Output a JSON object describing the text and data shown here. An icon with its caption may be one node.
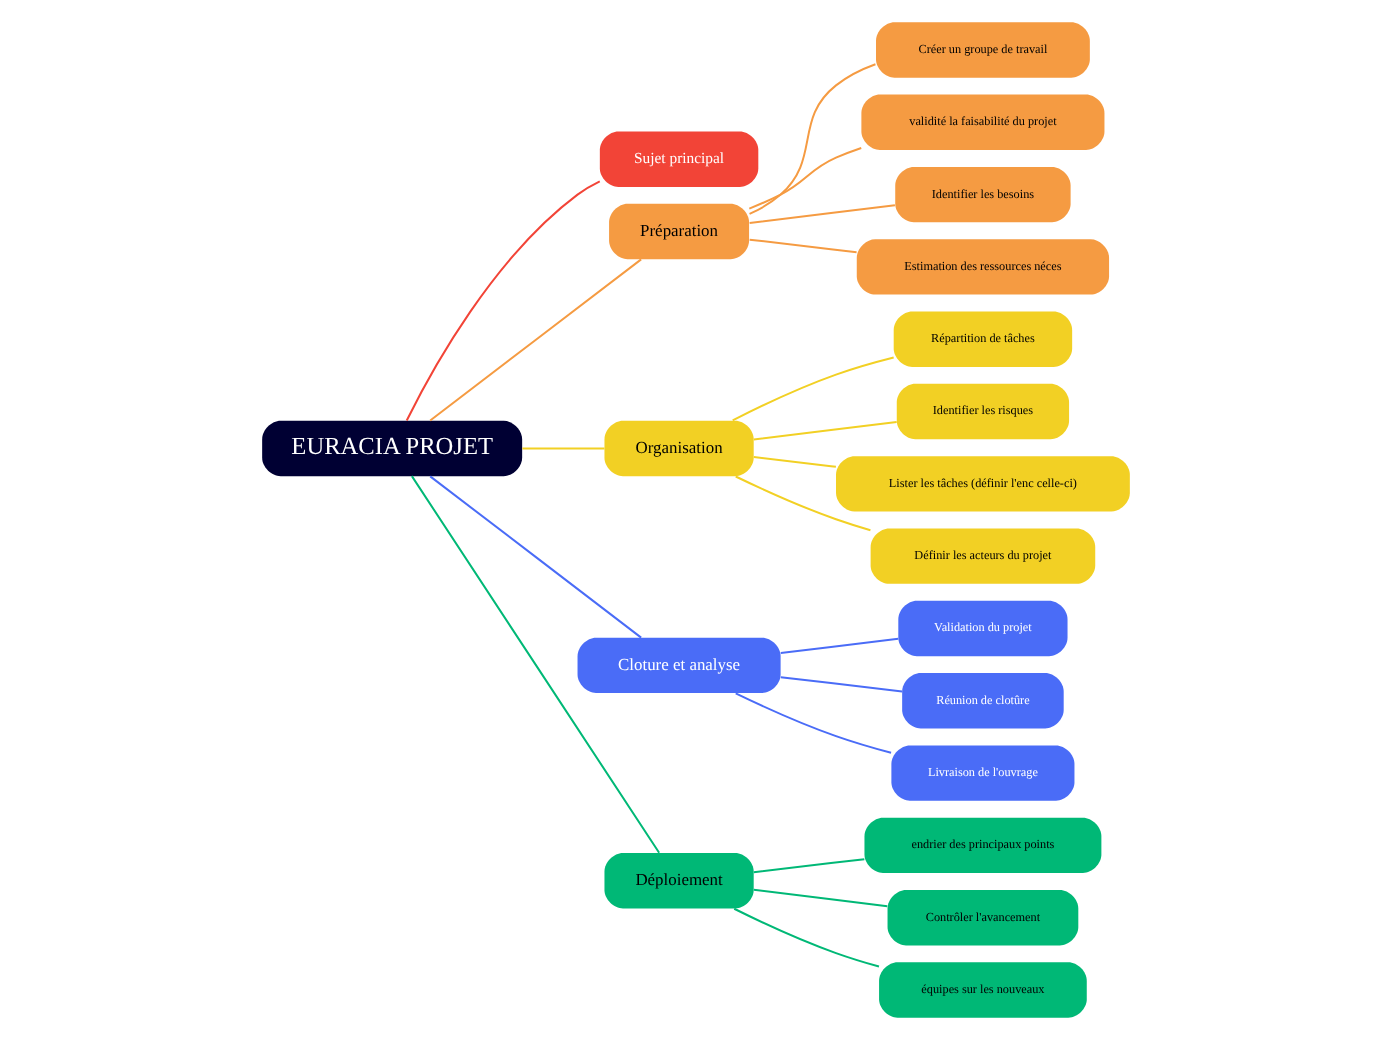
{
  "diagram": {
    "nodes": [
      {
        "text": [
          "EURACIA PROJET"
        ]
      },
      {
        "text": [
          "Sujet principal"
        ]
      },
      {
        "text": [
          "Préparation"
        ]
      },
      {
        "text": [
          "Créer un groupe de travail"
        ]
      },
      {
        "text": [
          "validité la faisabilité du projet"
        ]
      },
      {
        "text": [
          "Identifier les besoins"
        ]
      },
      {
        "text": [
          "Estimation des ressources néces"
        ]
      },
      {
        "text": [
          "Organisation"
        ]
      },
      {
        "text": [
          "Répartition de tâches"
        ]
      },
      {
        "text": [
          "Identifier les risques"
        ]
      },
      {
        "text": [
          "Lister les tâches (définir l'enc celle-ci)"
        ]
      },
      {
        "text": [
          "Définir les acteurs du projet"
        ]
      },
      {
        "text": [
          "Cloture et analyse"
        ]
      },
      {
        "text": [
          "Validation du projet"
        ]
      },
      {
        "text": [
          "Réunion de clotûre"
        ]
      },
      {
        "text": [
          "Livraison de l'ouvrage"
        ]
      },
      {
        "text": [
          "Déploiement"
        ]
      },
      {
        "text": [
          "endrier des principaux points"
        ]
      },
      {
        "text": [
          "Contrôler l'avancement"
        ]
      },
      {
        "text": [
          "équipes sur les nouveaux"
        ]
      }
    ],
    "edges": [
      {
        "from": 0,
        "to": 1,
        "arrow": "none",
        "color": "#f24437"
      },
      {
        "from": 0,
        "to": 2,
        "arrow": "none",
        "color": "#f59b42"
      },
      {
        "from": 2,
        "to": 3,
        "arrow": "none",
        "color": "#f59b42"
      },
      {
        "from": 2,
        "to": 4,
        "arrow": "none",
        "color": "#f59b42"
      },
      {
        "from": 2,
        "to": 5,
        "arrow": "none",
        "color": "#f59b42"
      },
      {
        "from": 2,
        "to": 6,
        "arrow": "none",
        "color": "#f59b42"
      },
      {
        "from": 0,
        "to": 7,
        "arrow": "none",
        "color": "#f2d024"
      },
      {
        "from": 7,
        "to": 8,
        "arrow": "none",
        "color": "#f2d024"
      },
      {
        "from": 7,
        "to": 9,
        "arrow": "none",
        "color": "#f2d024"
      },
      {
        "from": 7,
        "to": 10,
        "arrow": "none",
        "color": "#f2d024"
      },
      {
        "from": 7,
        "to": 11,
        "arrow": "none",
        "color": "#f2d024"
      },
      {
        "from": 0,
        "to": 12,
        "arrow": "none",
        "color": "#4a6cf7"
      },
      {
        "from": 12,
        "to": 13,
        "arrow": "none",
        "color": "#4a6cf7"
      },
      {
        "from": 12,
        "to": 14,
        "arrow": "none",
        "color": "#4a6cf7"
      },
      {
        "from": 12,
        "to": 15,
        "arrow": "none",
        "color": "#4a6cf7"
      },
      {
        "from": 0,
        "to": 16,
        "arrow": "none",
        "color": "#00b876"
      },
      {
        "from": 16,
        "to": 17,
        "arrow": "none",
        "color": "#00b876"
      },
      {
        "from": 16,
        "to": 18,
        "arrow": "none",
        "color": "#00b876"
      },
      {
        "from": 16,
        "to": 19,
        "arrow": "none",
        "color": "#00b876"
      }
    ]
  }
}
